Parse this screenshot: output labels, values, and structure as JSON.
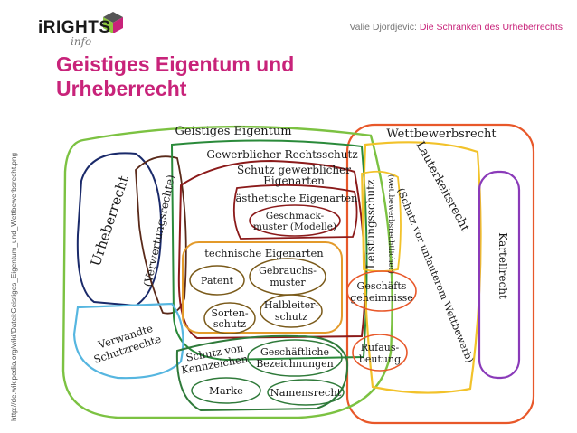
{
  "brand": {
    "logo_word": "iRIGHTS",
    "logo_sub": "info",
    "logo_colors": [
      "#8dc63f",
      "#c8237a",
      "#555555"
    ]
  },
  "header": {
    "author": "Valie Djordjevic",
    "separator": ":",
    "talk_title": "Die Schranken des Urheberrechts"
  },
  "title": {
    "line1": "Geistiges Eigentum und",
    "line2": "Urheberrecht"
  },
  "source_url": "http://de.wikipedia.org/wiki/Datei:Geistiges_Eigentum_und_Wettbewerbsrecht.png",
  "diagram": {
    "geistiges_eigentum": "Geistiges Eigentum",
    "wettbewerbsrecht": "Wettbewerbsrecht",
    "gewerblicher_rechtsschutz": "Gewerblicher Rechtsschutz",
    "schutz_gewerblicher_line1": "Schutz gewerblicher",
    "schutz_gewerblicher_line2": "Eigenarten",
    "aesthetische_eigenarten": "ästhetische Eigenarten",
    "geschmacksmuster_line1": "Geschmack-",
    "geschmacksmuster_line2": "muster (Modelle)",
    "technische_eigenarten": "technische Eigenarten",
    "patent": "Patent",
    "gebrauchsmuster_line1": "Gebrauchs-",
    "gebrauchsmuster_line2": "muster",
    "halbleiterschutz_line1": "Halbleiter-",
    "halbleiterschutz_line2": "schutz",
    "sortenschutz_line1": "Sorten-",
    "sortenschutz_line2": "schutz",
    "urheberrecht": "Urheberrecht",
    "verwertungsrechte": "(Verwertungsrechte)",
    "verwandte_schutzrechte_line1": "Verwandte",
    "verwandte_schutzrechte_line2": "Schutzrechte",
    "schutz_kennzeichen_line1": "Schutz von",
    "schutz_kennzeichen_line2": "Kennzeichen",
    "geschaeftliche_bez_line1": "Geschäftliche",
    "geschaeftliche_bez_line2": "Bezeichnungen",
    "marke": "Marke",
    "namensrecht": "Namensrecht",
    "leistungsschutz_line1": "(wettbewerbsrechtlicher)",
    "leistungsschutz_line2": "Leistungsschutz",
    "lauterkeitsrecht": "Lauterkeitsrecht",
    "schutz_unlauterer_wettbewerb": "(Schutz vor unlauterem Wettbewerb)",
    "geschaeftsgeheimnisse_line1": "Geschäfts",
    "geschaeftsgeheimnisse_line2": "geheimnisse",
    "rufausbeutung_line1": "Rufaus-",
    "rufausbeutung_line2": "beutung",
    "kartellrecht": "Kartellrecht"
  },
  "colors": {
    "geistiges_eigentum": "#7cc242",
    "wettbewerbsrecht": "#e8582a",
    "gewerblicher_rechtsschutz": "#2a8a3a",
    "schutz_gewerblicher": "#8b1a1a",
    "technische_eigenarten": "#e39a2a",
    "urheberrecht": "#1a2a6a",
    "verwertungsrechte": "#5a2a1a",
    "verwandte_schutzrechte": "#56b6e0",
    "schutz_kennzeichen": "#2f7a3a",
    "lauterkeitsrecht": "#f2c22a",
    "kartellrecht": "#8a3ab9",
    "item_outline": "#7a5a1a"
  }
}
